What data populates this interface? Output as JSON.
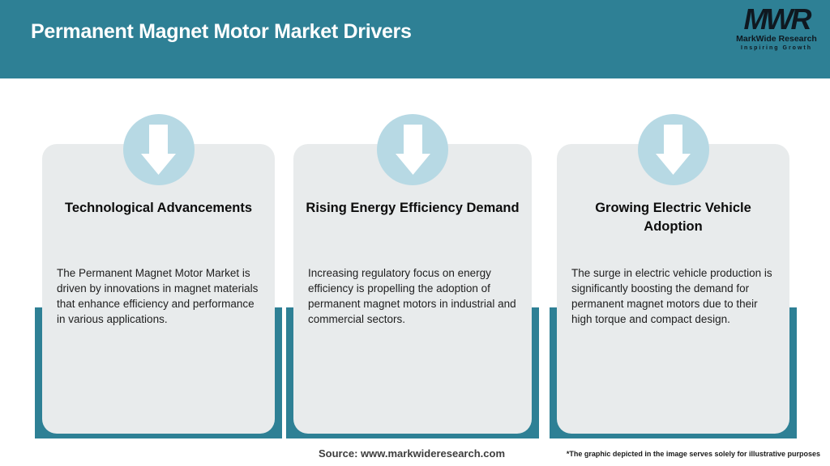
{
  "header": {
    "title": "Permanent Magnet Motor Market Drivers",
    "logo": {
      "acronym": "MWR",
      "name": "MarkWide Research",
      "tagline": "Inspiring Growth"
    }
  },
  "cards": [
    {
      "title": "Technological Advancements",
      "body": "The Permanent Magnet Motor Market is driven by innovations in magnet materials that enhance efficiency and performance in various applications.",
      "icon": "down-arrow-icon"
    },
    {
      "title": "Rising Energy Efficiency Demand",
      "body": "Increasing regulatory focus on energy efficiency is propelling the adoption of permanent magnet motors in industrial and commercial sectors.",
      "icon": "down-arrow-icon"
    },
    {
      "title": "Growing Electric Vehicle Adoption",
      "body": "The surge in electric vehicle production is significantly boosting the demand for permanent magnet motors due to their high torque and compact design.",
      "icon": "down-arrow-icon"
    }
  ],
  "footer": {
    "source": "Source: www.markwideresearch.com",
    "disclaimer": "*The graphic depicted in the image serves solely for illustrative purposes"
  },
  "colors": {
    "header_teal": "#2e8095",
    "backdrop_teal": "#2e8095",
    "circle_blue": "#b7d9e4",
    "card_gray": "#e8ebec",
    "title_white": "#ffffff",
    "text_dark": "#1e1e1e"
  }
}
